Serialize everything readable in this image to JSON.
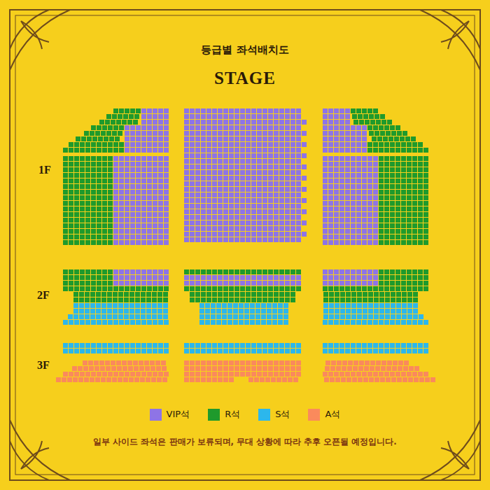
{
  "diagram": {
    "title": "등급별 좌석배치도",
    "caption": "일부 사이드 좌석은 판매가 보류되며, 무대 상황에 따라 추후 오픈될 예정입니다.",
    "labels": [
      "STAGE",
      "1F",
      "2F",
      "3F"
    ],
    "legend": [
      {
        "text": "VIP석",
        "color": "#8e74e6"
      },
      {
        "text": "R석",
        "color": "#1f9a2c"
      },
      {
        "text": "S석",
        "color": "#2cb7ec"
      },
      {
        "text": "A석",
        "color": "#fa8a5c"
      }
    ]
  }
}
